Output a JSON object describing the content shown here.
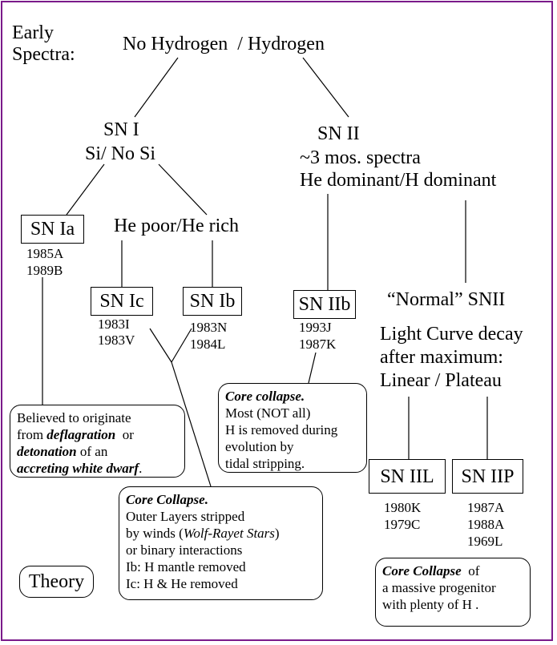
{
  "top": {
    "early_spectra_line1": "Early",
    "early_spectra_line2": "Spectra:",
    "split": "No Hydrogen  / Hydrogen"
  },
  "sn1": {
    "title": "SN I",
    "subtitle": "Si/ No Si"
  },
  "sn2": {
    "title": "SN II",
    "line2": "~3 mos. spectra",
    "line3": "He dominant/H dominant"
  },
  "he_split": "He poor/He rich",
  "types": {
    "ia": {
      "label": "SN Ia",
      "examples": [
        "1985A",
        "1989B"
      ]
    },
    "ic": {
      "label": "SN Ic",
      "examples": [
        "1983I",
        "1983V"
      ]
    },
    "ib": {
      "label": "SN Ib",
      "examples": [
        "1983N",
        "1984L"
      ]
    },
    "iib": {
      "label": "SN IIb",
      "examples": [
        "1993J",
        "1987K"
      ]
    },
    "iil": {
      "label": "SN IIL",
      "examples": [
        "1980K",
        "1979C"
      ]
    },
    "iip": {
      "label": "SN IIP",
      "examples": [
        "1987A",
        "1988A",
        "1969L"
      ]
    }
  },
  "normal_snii": "“Normal” SNII",
  "light_curve": {
    "line1": "Light Curve decay",
    "line2": "after maximum:",
    "line3": "Linear / Plateau"
  },
  "notes": {
    "ia": {
      "l1": "Believed to originate",
      "l2a": "from ",
      "l2b": "deflagration",
      "l2c": "  or",
      "l3a": "detonation",
      "l3b": " of an",
      "l4a": "accreting white dwarf",
      "l4b": "."
    },
    "iib": {
      "l1": "Core collapse.",
      "l2": "Most (NOT all)",
      "l3": "H is removed during",
      "l4": "evolution by",
      "l5": "tidal stripping."
    },
    "ibc": {
      "l1": "Core Collapse.",
      "l2": "Outer Layers stripped",
      "l3a": "by winds (",
      "l3b": "Wolf-Rayet Stars",
      "l3c": ")",
      "l4": "or binary interactions",
      "l5": "Ib: H mantle removed",
      "l6": "Ic: H & He removed"
    },
    "iip": {
      "l1a": "Core Collapse",
      "l1b": "  of",
      "l2": "a massive progenitor",
      "l3": "with plenty of H ."
    }
  },
  "theory": "Theory",
  "colors": {
    "frame": "#7a1a8a",
    "ink": "#000000"
  }
}
